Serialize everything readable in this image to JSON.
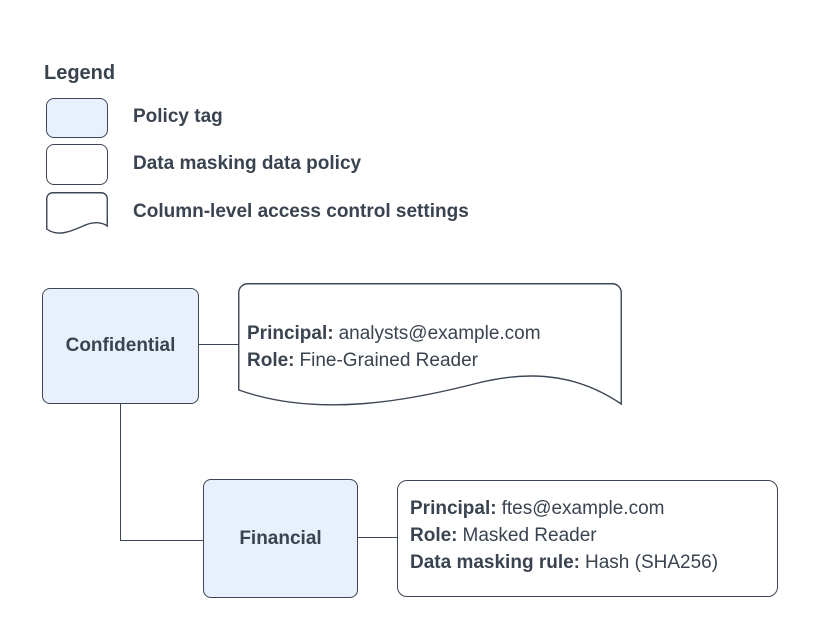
{
  "legend": {
    "title": "Legend",
    "items": [
      {
        "shape": "policy-tag",
        "label": "Policy tag"
      },
      {
        "shape": "data-masking-data-policy",
        "label": "Data masking data policy"
      },
      {
        "shape": "column-level-access-control-settings",
        "label": "Column-level access control settings"
      }
    ]
  },
  "diagram": {
    "nodes": [
      {
        "id": "confidential",
        "type": "policy-tag",
        "label": "Confidential"
      },
      {
        "id": "financial",
        "type": "policy-tag",
        "label": "Financial"
      }
    ],
    "column_access_note": {
      "shape": "column-level-access-control-settings",
      "lines": [
        {
          "key": "Principal:",
          "value": "analysts@example.com"
        },
        {
          "key": "Role:",
          "value": "Fine-Grained Reader"
        }
      ]
    },
    "data_policy_note": {
      "shape": "data-masking-data-policy",
      "lines": [
        {
          "key": "Principal:",
          "value": "ftes@example.com"
        },
        {
          "key": "Role:",
          "value": "Masked Reader"
        },
        {
          "key": "Data masking rule:",
          "value": "Hash (SHA256)"
        }
      ]
    }
  },
  "colors": {
    "background": "#ffffff",
    "policy_tag_fill": "#e8f0fe",
    "shape_stroke": "#3d4654",
    "text": "#3a4350"
  }
}
